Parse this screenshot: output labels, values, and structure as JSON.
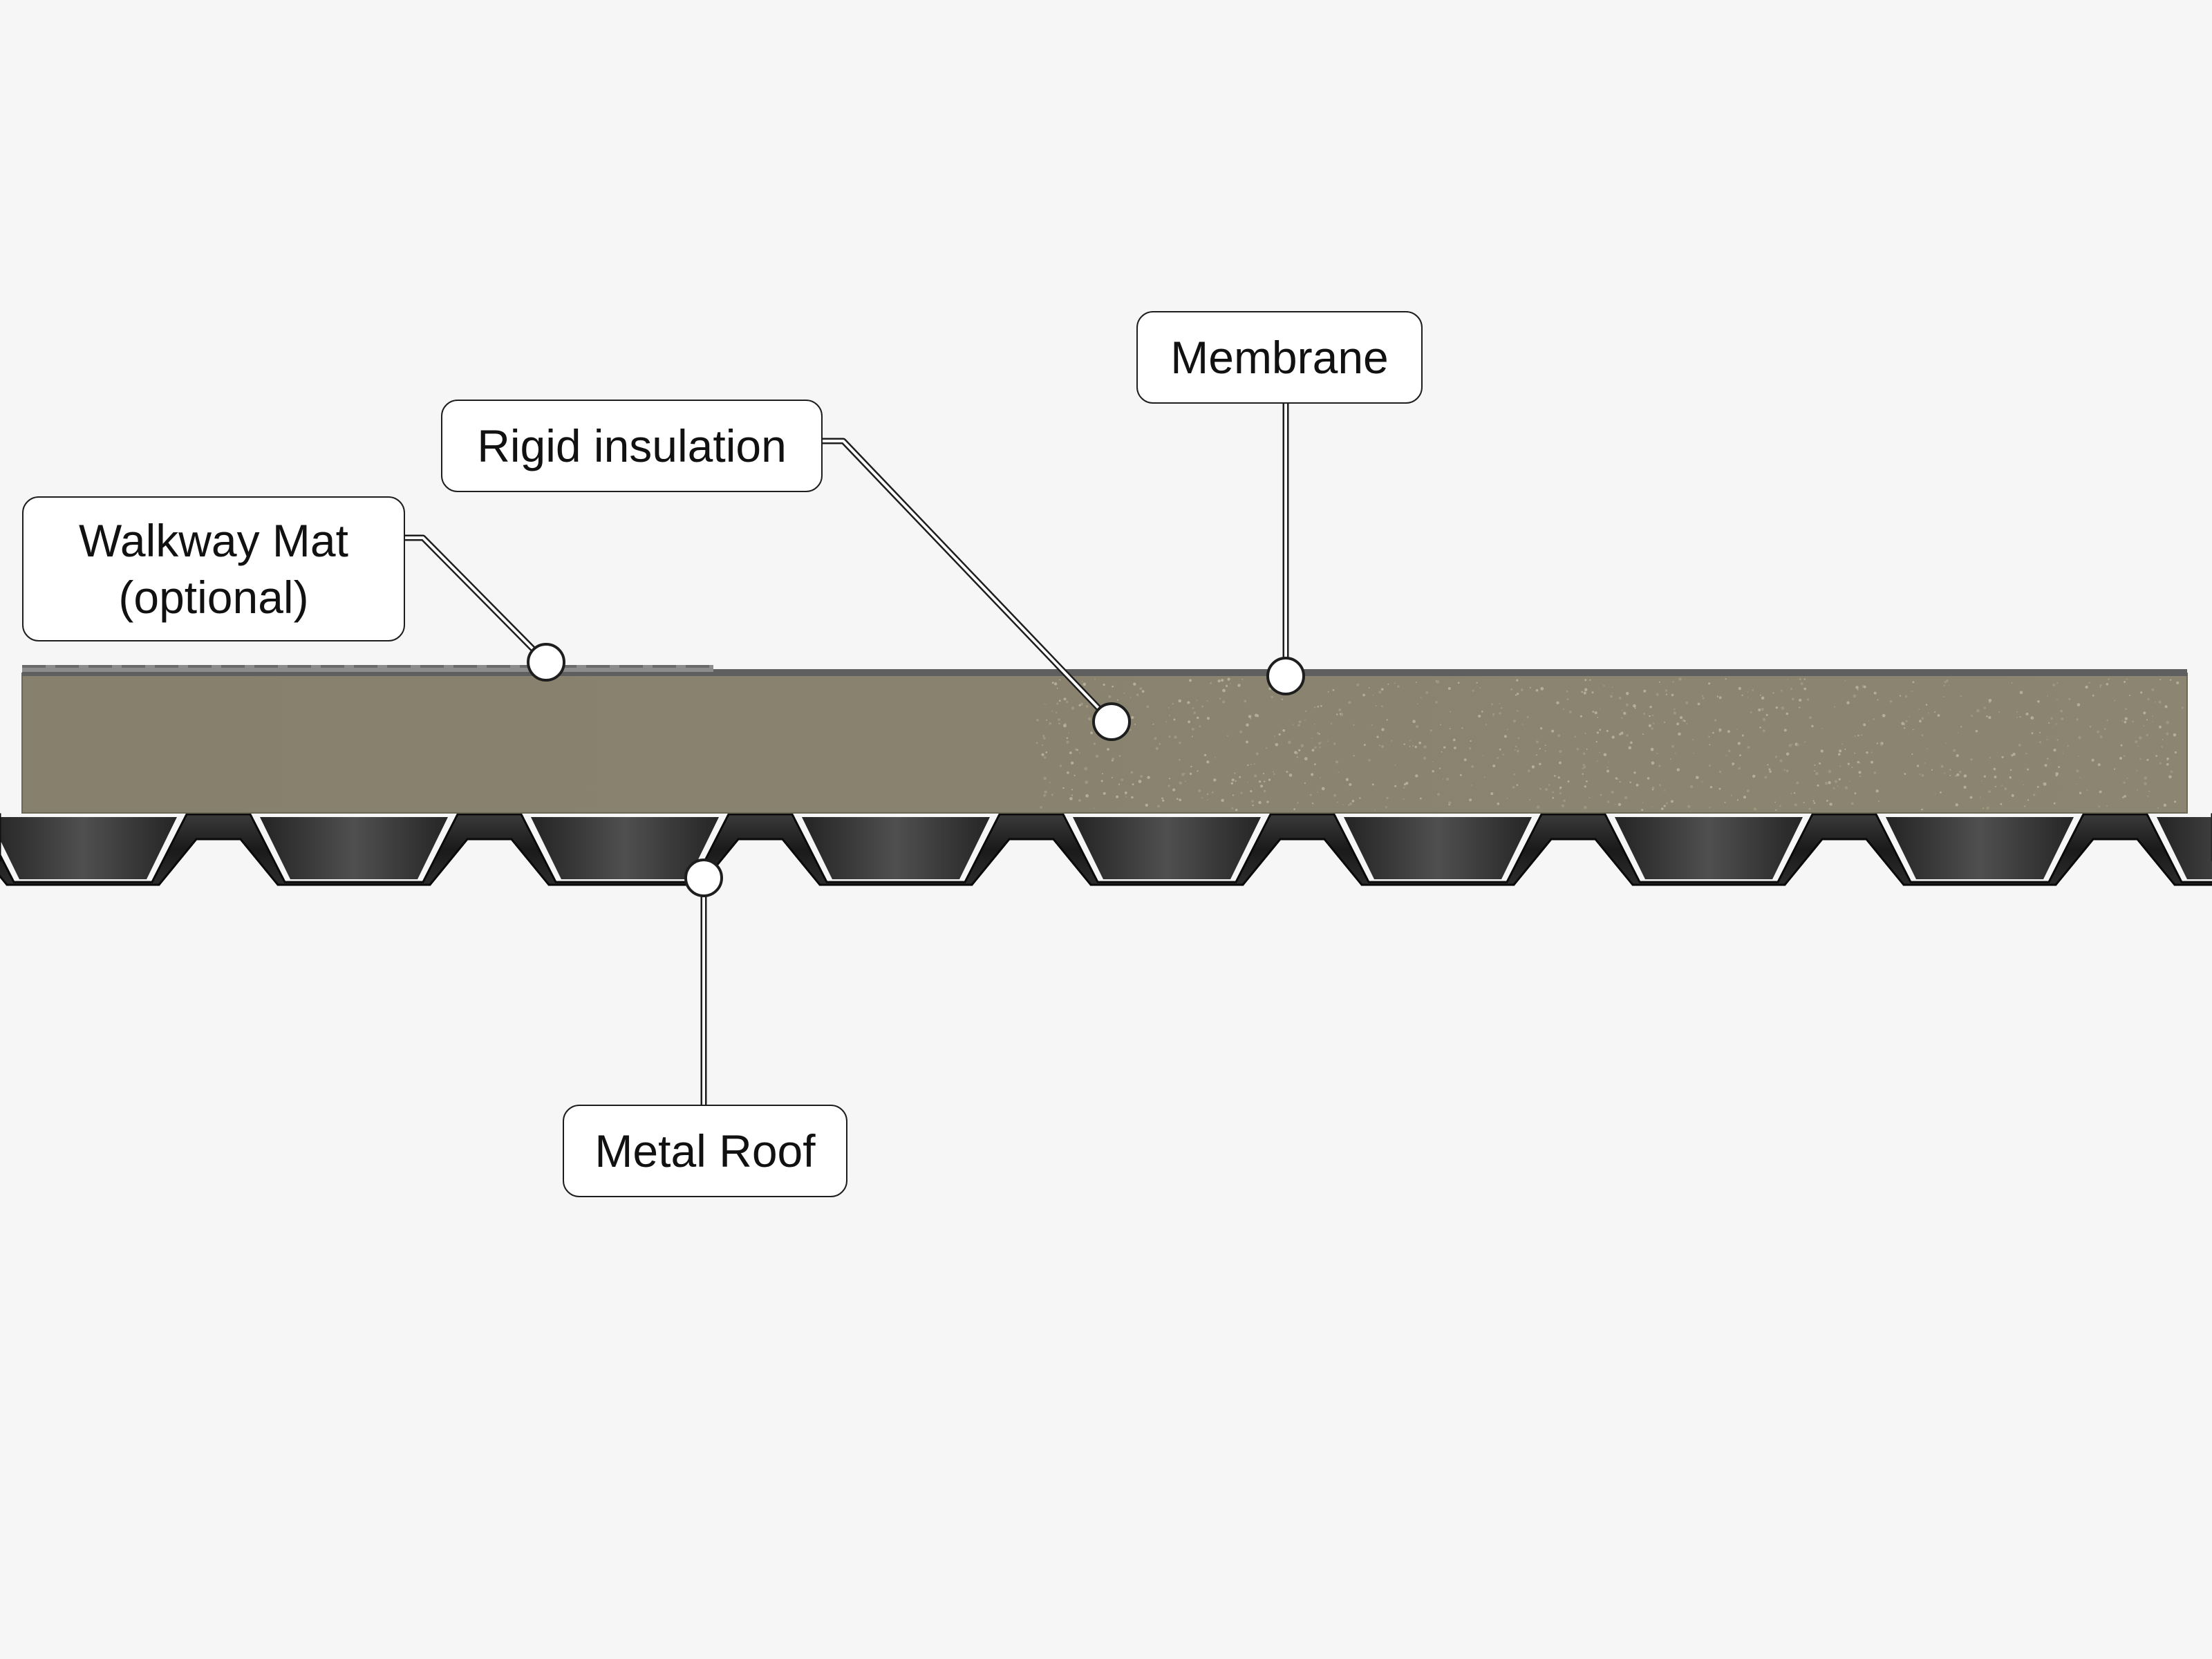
{
  "diagram": {
    "labels": {
      "membrane": "Membrane",
      "rigid_insulation": "Rigid insulation",
      "walkway_mat": "Walkway Mat\n(optional)",
      "metal_roof": "Metal Roof"
    },
    "colors": {
      "background": "#f6f6f6",
      "insulation": "#86806c",
      "membrane": "#5f5f5f",
      "deck": "#1c1c1c",
      "callout_fill": "#ffffff",
      "callout_stroke": "#1e1e1e"
    }
  }
}
